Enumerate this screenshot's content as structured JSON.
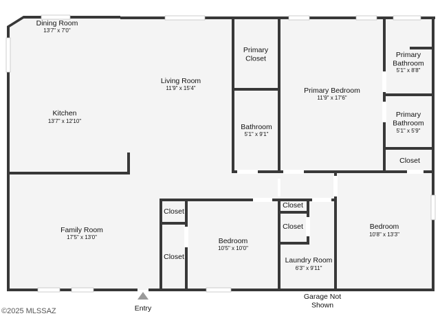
{
  "plan": {
    "rooms": [
      {
        "id": "dining-room",
        "name": "Dining Room",
        "dims": "13'7\" x 7'0\""
      },
      {
        "id": "living-room",
        "name": "Living Room",
        "dims": "11'9\" x 15'4\""
      },
      {
        "id": "kitchen",
        "name": "Kitchen",
        "dims": "13'7\" x 12'10\""
      },
      {
        "id": "primary-closet",
        "name": "Primary Closet",
        "dims": ""
      },
      {
        "id": "primary-bedroom",
        "name": "Primary Bedroom",
        "dims": "11'9\" x 17'6\""
      },
      {
        "id": "primary-bathroom-1",
        "name": "Primary Bathroom",
        "dims": "5'1\" x 8'8\""
      },
      {
        "id": "primary-bathroom-2",
        "name": "Primary Bathroom",
        "dims": "5'1\" x 5'9\""
      },
      {
        "id": "bathroom",
        "name": "Bathroom",
        "dims": "5'1\" x 9'1\""
      },
      {
        "id": "closet-primary",
        "name": "Closet",
        "dims": ""
      },
      {
        "id": "family-room",
        "name": "Family Room",
        "dims": "17'5\" x 13'0\""
      },
      {
        "id": "closet-left-top",
        "name": "Closet",
        "dims": ""
      },
      {
        "id": "closet-left-bottom",
        "name": "Closet",
        "dims": ""
      },
      {
        "id": "bedroom-2",
        "name": "Bedroom",
        "dims": "10'5\" x 10'0\""
      },
      {
        "id": "closet-laundry-top",
        "name": "Closet",
        "dims": ""
      },
      {
        "id": "closet-laundry-mid",
        "name": "Closet",
        "dims": ""
      },
      {
        "id": "laundry-room",
        "name": "Laundry Room",
        "dims": "6'3\" x 9'11\""
      },
      {
        "id": "bedroom-3",
        "name": "Bedroom",
        "dims": "10'8\" x 13'3\""
      }
    ],
    "entry_label": "Entry",
    "garage_label": "Garage Not Shown",
    "copyright": "©2025 MLSSAZ"
  }
}
